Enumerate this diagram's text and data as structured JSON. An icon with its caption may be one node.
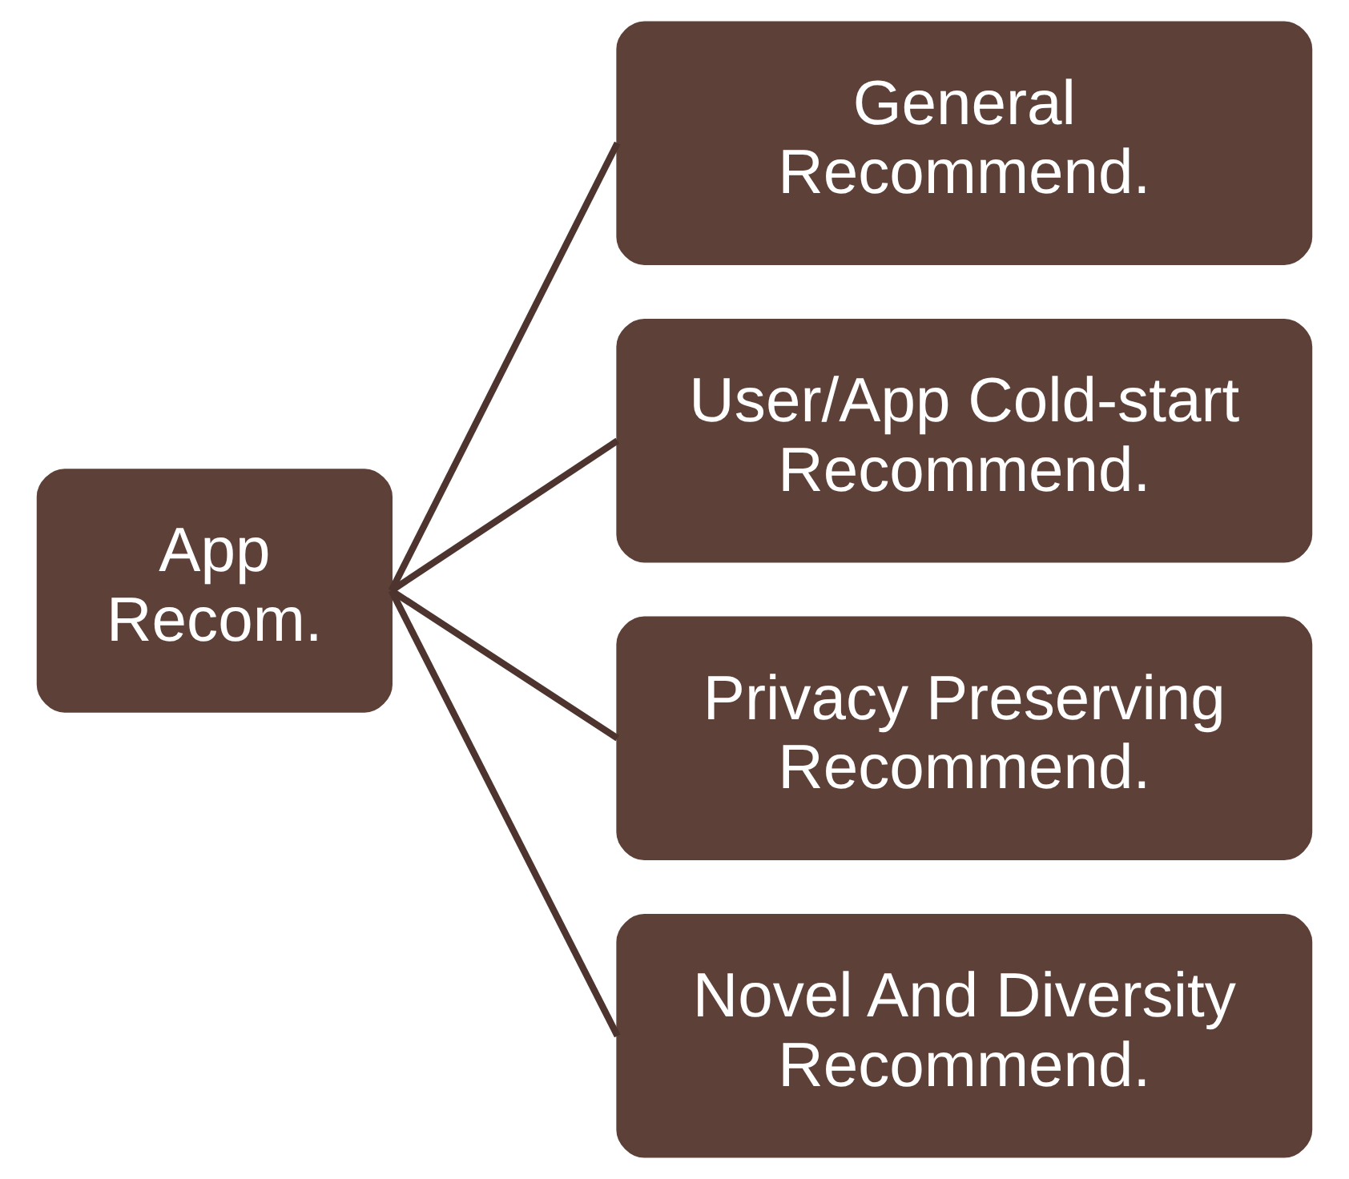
{
  "diagram": {
    "nodes": [
      {
        "text": [
          "App Recom."
        ]
      },
      {
        "text": [
          "General Recommend."
        ]
      },
      {
        "text": [
          "User/App Cold-start Recommend."
        ]
      },
      {
        "text": [
          "Privacy Preserving Recommend."
        ]
      },
      {
        "text": [
          "Novel And Diversity Recommend."
        ]
      }
    ],
    "edges": [
      {
        "from": 0,
        "to": 1,
        "arrow": "none"
      },
      {
        "from": 0,
        "to": 2,
        "arrow": "none"
      },
      {
        "from": 0,
        "to": 3,
        "arrow": "none"
      },
      {
        "from": 0,
        "to": 4,
        "arrow": "none"
      }
    ]
  }
}
